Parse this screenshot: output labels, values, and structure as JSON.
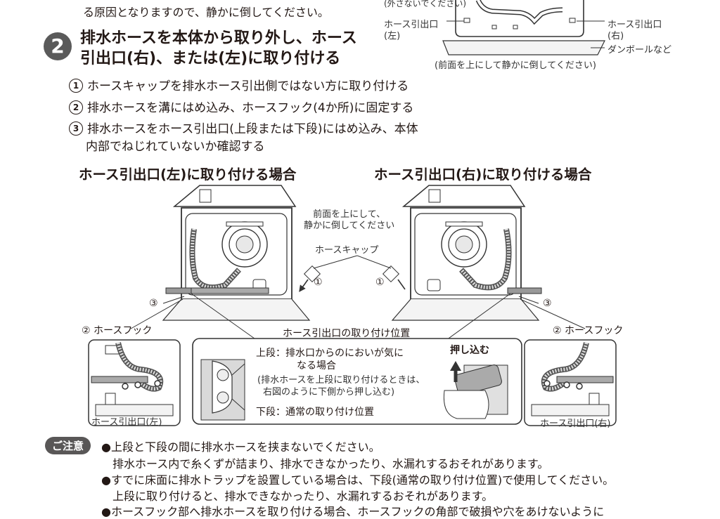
{
  "intro_text": "る原因となりますので、静かに倒してください。",
  "top_fig": {
    "cut_label": "(外さないでください)",
    "hose_left_1": "ホース引出口",
    "hose_left_2": "(左)",
    "hose_right_1": "ホース引出口",
    "hose_right_2": "(右)",
    "cardboard": "ダンボールなど",
    "caption": "(前面を上にして静かに倒してください)"
  },
  "step": {
    "number": "2",
    "title_line1": "排水ホースを本体から取り外し、ホース",
    "title_line2": "引出口(右)、または(左)に取り付ける"
  },
  "substeps": [
    {
      "num": "1",
      "text": "ホースキャップを排水ホース引出側ではない方に取り付ける"
    },
    {
      "num": "2",
      "text": "排水ホースを溝にはめ込み、ホースフック(4か所)に固定する"
    },
    {
      "num": "3",
      "text": "排水ホースをホース引出口(上段または下段)にはめ込み、本体"
    },
    {
      "num": "",
      "text": "内部でねじれていないか確認する"
    }
  ],
  "cases": {
    "left_title": "ホース引出口(左)に取り付ける場合",
    "right_title": "ホース引出口(右)に取り付ける場合"
  },
  "diagram": {
    "front_up_1": "前面を上にして、",
    "front_up_2": "静かに倒してください",
    "hose_cap": "ホースキャップ",
    "hook_left": "ホースフック",
    "hook_right": "ホースフック",
    "mount_title": "ホース引出口の取り付け位置",
    "upper": "上段：排水口からのにおいが気に",
    "upper_2": "なる場合",
    "upper_note_1": "(排水ホースを上段に取り付けるときは、",
    "upper_note_2": "右図のように下側から押し込む)",
    "lower": "下段：通常の取り付け位置",
    "push": "押し込む",
    "outlet_left": "ホース引出口(左)",
    "outlet_right": "ホース引出口(右)",
    "mark1": "1",
    "mark2": "2",
    "mark3": "3"
  },
  "notes": {
    "badge": "ご注意",
    "lines": [
      "●上段と下段の間に排水ホースを挟まないでください。",
      "　排水ホース内で糸くずが詰まり、排水できなかったり、水漏れするおそれがあります。",
      "●すでに床面に排水トラップを設置している場合は、下段(通常の取り付け位置)で使用してください。",
      "　上段に取り付けると、排水できなかったり、水漏れするおそれがあります。",
      "●ホースフック部へ排水ホースを取り付ける場合、ホースフックの角部で破損や穴をあけないように"
    ]
  },
  "colors": {
    "ink": "#231815",
    "badge": "#595757",
    "hose": "#777777"
  }
}
